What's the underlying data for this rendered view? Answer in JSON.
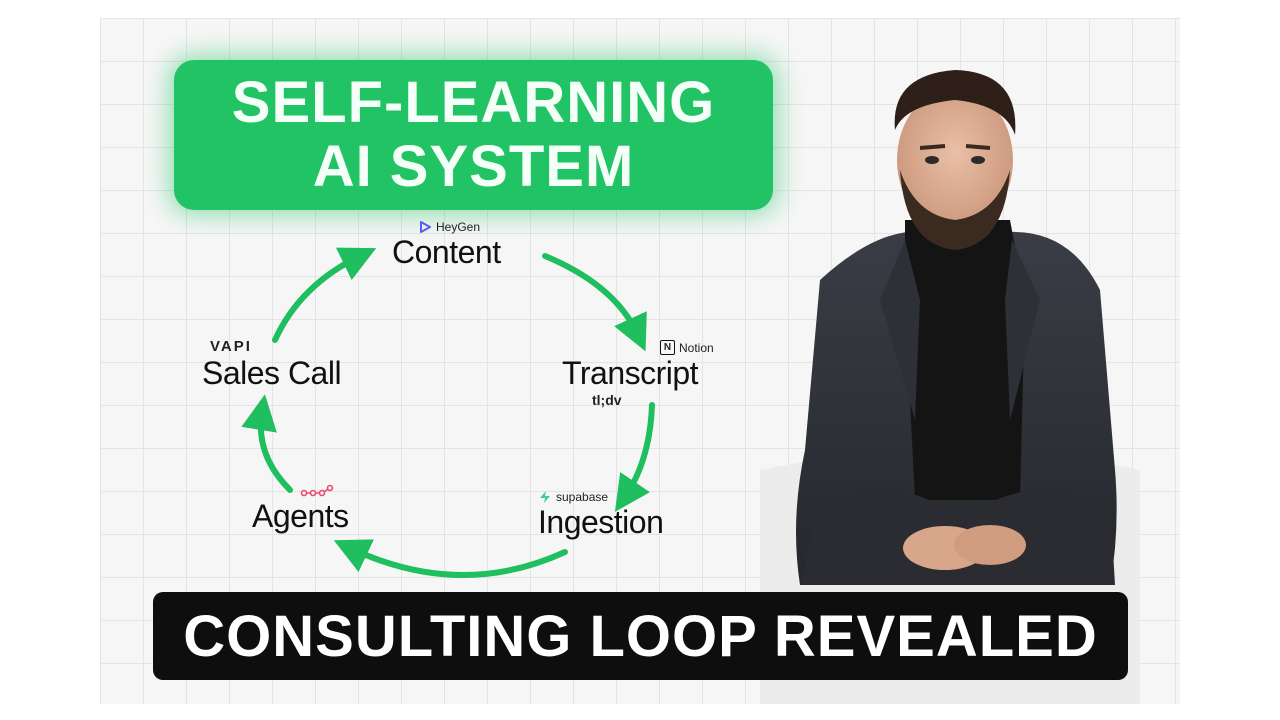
{
  "title": {
    "line1": "SELF-LEARNING",
    "line2": "AI SYSTEM"
  },
  "loop": {
    "content": {
      "label": "Content",
      "brand": "HeyGen"
    },
    "transcript": {
      "label": "Transcript",
      "brand_top": "Notion",
      "brand_bottom": "tl;dv"
    },
    "ingestion": {
      "label": "Ingestion",
      "brand": "supabase"
    },
    "agents": {
      "label": "Agents",
      "brand_icon": "n8n-icon"
    },
    "sales_call": {
      "label": "Sales Call",
      "brand": "VAPI"
    }
  },
  "banner": {
    "text": "CONSULTING LOOP REVEALED"
  },
  "colors": {
    "accent": "#22c365",
    "banner_bg": "#0e0e0e",
    "arrow": "#1fbe5e"
  },
  "person": {
    "description_icon": "presenter-photo"
  }
}
